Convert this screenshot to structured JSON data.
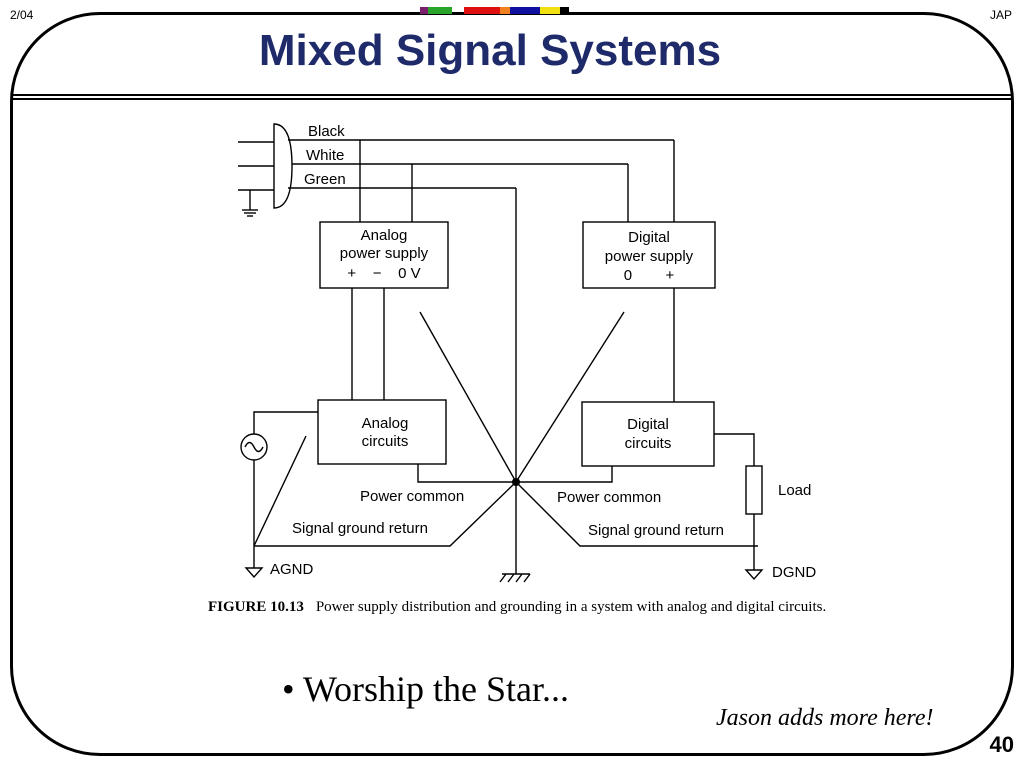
{
  "header": {
    "date": "2/04",
    "author": "JAP"
  },
  "slide": {
    "title": "Mixed Signal Systems",
    "page_number": "40"
  },
  "accent_colors": [
    "#7a1f6b",
    "#2aa52a",
    "#e01010",
    "#f08020",
    "#1010a0",
    "#1040c0",
    "#f0e010",
    "#000000"
  ],
  "title_color": "#1f2a6b",
  "diagram": {
    "wires": {
      "black": "Black",
      "white": "White",
      "green": "Green"
    },
    "analog_supply": {
      "line1": "Analog",
      "line2": "power supply",
      "terminals": "+    −    0 V"
    },
    "digital_supply": {
      "line1": "Digital",
      "line2": "power supply",
      "terminals": "0        +"
    },
    "analog_circuits": {
      "line1": "Analog",
      "line2": "circuits"
    },
    "digital_circuits": {
      "line1": "Digital",
      "line2": "circuits"
    },
    "power_common_left": "Power common",
    "power_common_right": "Power common",
    "signal_return_left": "Signal ground return",
    "signal_return_right": "Signal ground return",
    "agnd": "AGND",
    "dgnd": "DGND",
    "load": "Load"
  },
  "caption": {
    "label": "FIGURE 10.13",
    "text": "Power supply distribution and grounding in a system with analog and digital circuits."
  },
  "bullet": "• Worship the Star...",
  "note": "Jason adds more here!"
}
